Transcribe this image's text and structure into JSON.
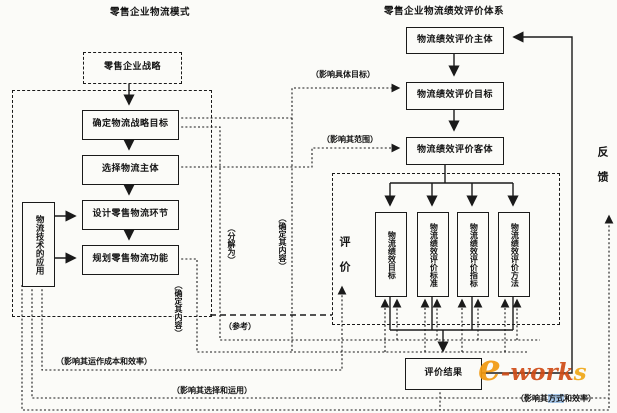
{
  "titles": {
    "left": "零售企业物流模式",
    "right": "零售企业物流绩效评价体系"
  },
  "left_flow": {
    "strategy": "零售企业战略",
    "steps": [
      "确定物流战略目标",
      "选择物流主体",
      "设计零售物流环节",
      "规划零售物流功能"
    ],
    "tech": "物流技术的应用"
  },
  "right_flow": {
    "subject": "物流绩效评价主体",
    "goal": "物流绩效评价目标",
    "object": "物流绩效评价客体",
    "elements": [
      "物流绩效目标",
      "物流绩效评价标准",
      "物流绩效评价指标",
      "物流绩效评价方法"
    ],
    "result": "评价结果"
  },
  "annotations": {
    "specific_goal": "（影响具体目标）",
    "scope": "（影响其范围）",
    "decompose": "（分解为）",
    "content_mid": "（确定其内容）",
    "content_bottom": "（确定其内容）",
    "reference": "（参考）",
    "cost": "（影响其运作成本和效率）",
    "selection": "（影响其选择和运用）",
    "mode_pre": "（影响其",
    "mode_hl": "方式",
    "mode_post": "和效率）",
    "evaluate": "评价",
    "feedback": "反馈"
  },
  "logo": {
    "e": "e",
    "work": "-work",
    "s": "s"
  },
  "colors": {
    "line": "#1a1a1a",
    "background": "#fbfbf8",
    "logo_orange": "#f2990f",
    "logo_red": "#cf4b16",
    "highlight": "#a9c9ea"
  }
}
